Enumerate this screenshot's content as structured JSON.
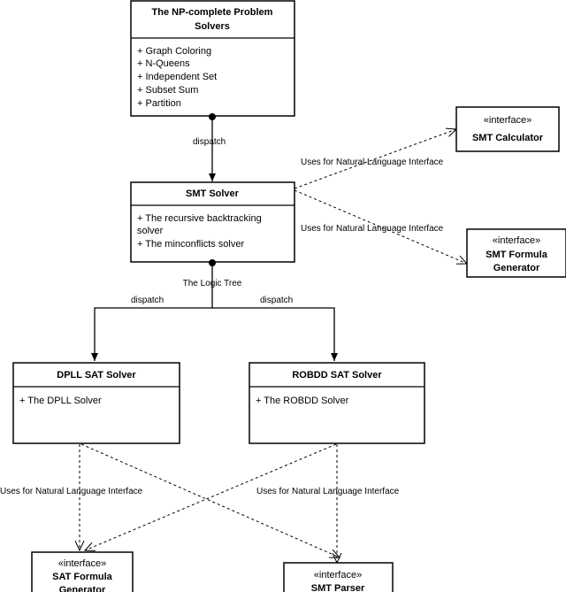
{
  "classes": {
    "np": {
      "title1": "The NP-complete Problem",
      "title2": "Solvers",
      "items": [
        "+ Graph Coloring",
        "+ N-Queens",
        "+ Independent Set",
        "+ Subset Sum",
        "+ Partition"
      ]
    },
    "smt": {
      "title": "SMT Solver",
      "items": [
        "+ The recursive backtracking",
        "solver",
        "+ The minconflicts solver"
      ]
    },
    "dpll": {
      "title": "DPLL SAT Solver",
      "items": [
        "+ The DPLL Solver"
      ]
    },
    "robdd": {
      "title": "ROBDD SAT Solver",
      "items": [
        "+ The ROBDD Solver"
      ]
    }
  },
  "interfaces": {
    "stereotype": "«interface»",
    "smt_calculator": "SMT Calculator",
    "smt_formula_gen1": "SMT Formula",
    "smt_formula_gen2": "Generator",
    "sat_formula_gen1": "SAT Formula",
    "sat_formula_gen2": "Generator",
    "smt_parser": "SMT Parser"
  },
  "labels": {
    "dispatch": "dispatch",
    "logic_tree": "The Logic Tree",
    "uses": "Uses for Natural Language Interface"
  }
}
